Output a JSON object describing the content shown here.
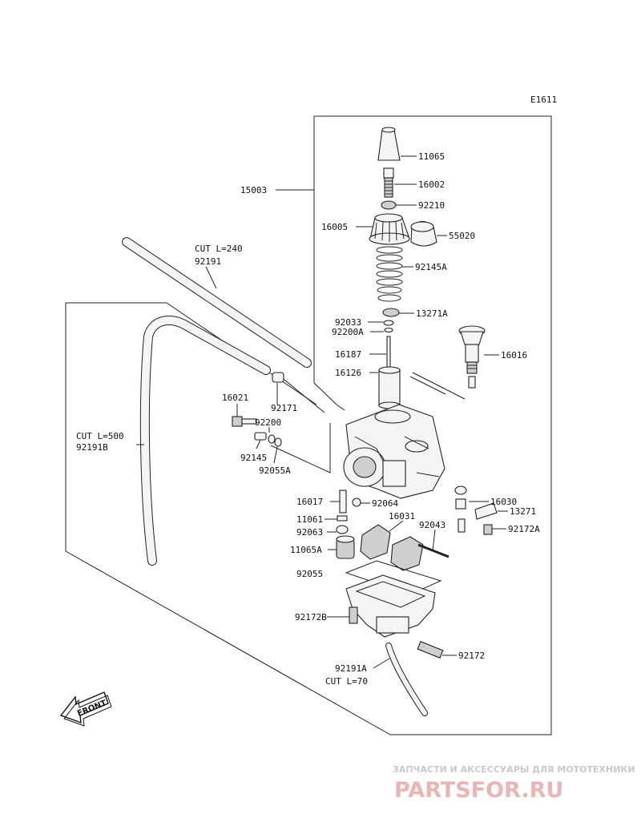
{
  "diagram_code": "E1611",
  "labels": {
    "p11065": "11065",
    "p16002": "16002",
    "p15003": "15003",
    "p92210": "92210",
    "p16005": "16005",
    "p55020": "55020",
    "cut240": "CUT L=240",
    "p92191": "92191",
    "p92145A": "92145A",
    "p92033": "92033",
    "p13271A": "13271A",
    "p92200A": "92200A",
    "p16187": "16187",
    "p16016": "16016",
    "p16126": "16126",
    "p16021": "16021",
    "p92171": "92171",
    "p92200": "92200",
    "cut500": "CUT L=500",
    "p92191B": "92191B",
    "p92145": "92145",
    "p92055A": "92055A",
    "p16017": "16017",
    "p92064": "92064",
    "p16030": "16030",
    "p11061": "11061",
    "p16031": "16031",
    "p13271": "13271",
    "p92043": "92043",
    "p92063": "92063",
    "p92172A": "92172A",
    "p11065A": "11065A",
    "p92055": "92055",
    "p92172B": "92172B",
    "p92172": "92172",
    "p92191A": "92191A",
    "cut70": "CUT L=70"
  },
  "front_label": "FRONT",
  "watermark": {
    "tagline": "ЗАПЧАСТИ И АКСЕССУАРЫ ДЛЯ МОТОТЕХНИКИ",
    "logo": "PARTSFOR.RU"
  }
}
